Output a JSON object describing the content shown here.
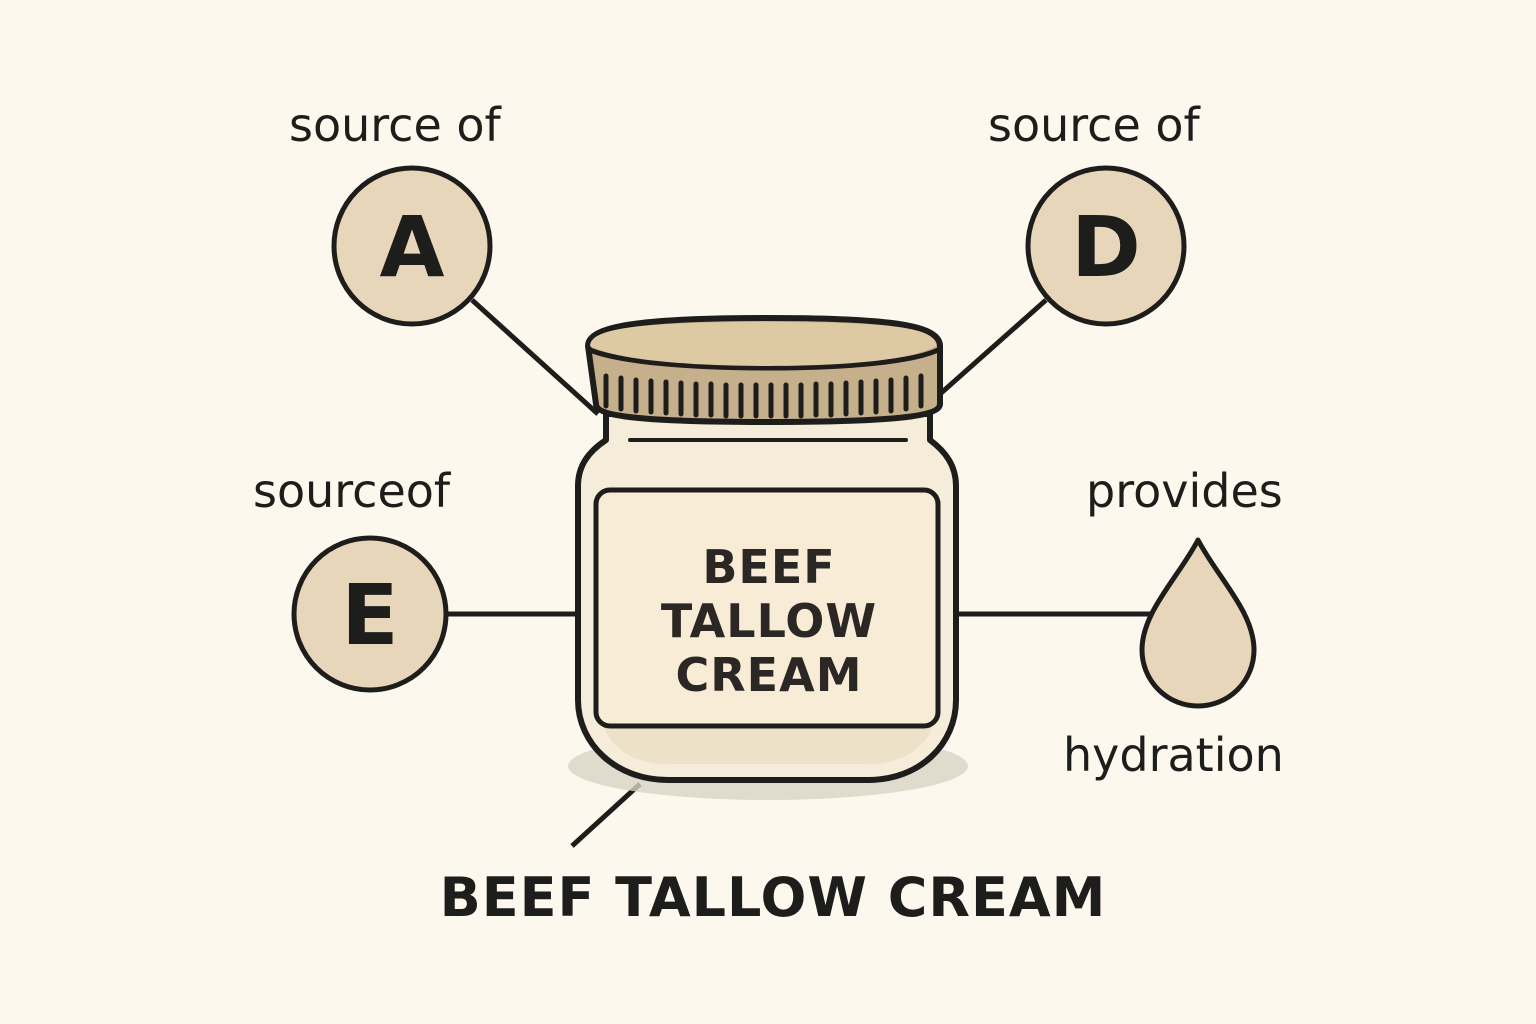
{
  "vitamins": [
    {
      "caption": "source of",
      "letter": "A"
    },
    {
      "caption": "source of",
      "letter": "D"
    },
    {
      "caption": "sourceof",
      "letter": "E"
    }
  ],
  "benefit": {
    "caption_top": "provides",
    "caption_bottom": "hydration",
    "icon": "water-drop-icon"
  },
  "jar": {
    "label_lines": [
      "BEEF",
      "TALLOW",
      "CREAM"
    ],
    "icon": "jar-icon"
  },
  "caption": "BEEF TALLOW CREAM",
  "colors": {
    "background": "#fcf8ee",
    "circle_fill": "#e8d6ba",
    "lid": "#c5b08b",
    "outline": "#1d1d1b"
  }
}
